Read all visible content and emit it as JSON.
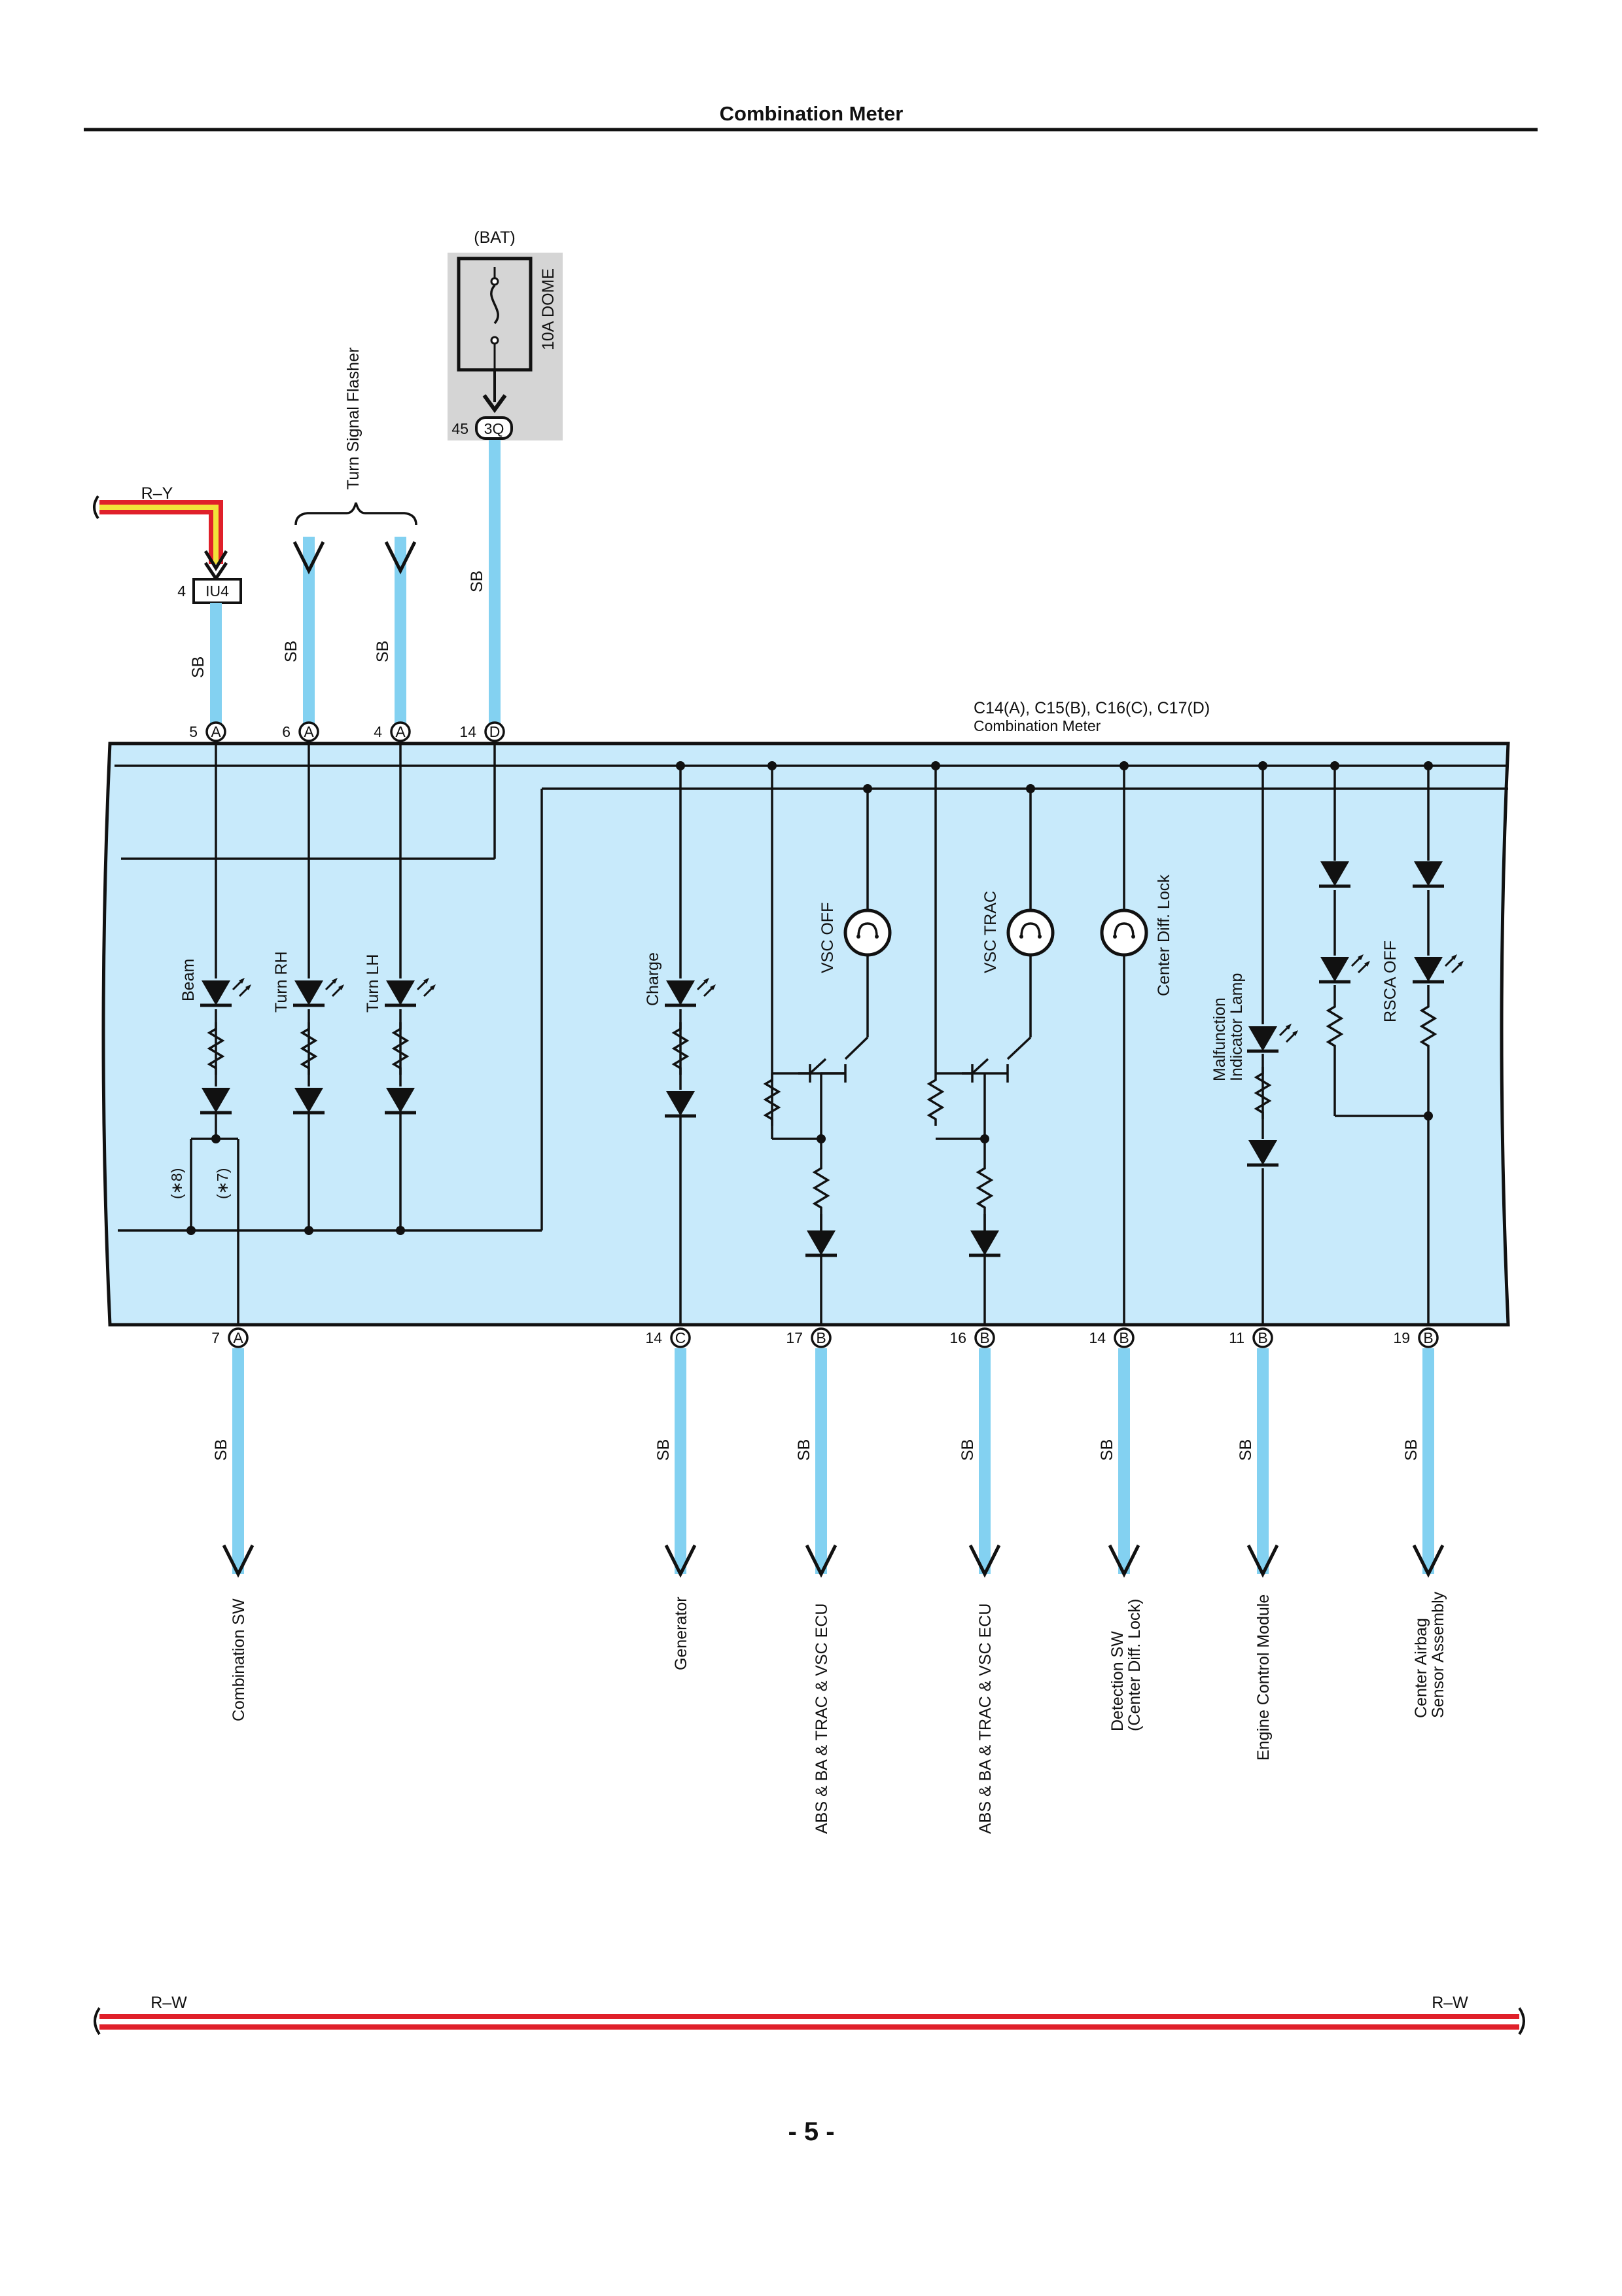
{
  "page_title": "Combination Meter",
  "page_number": "- 5 -",
  "colors": {
    "wire_sb": "#83D1F1",
    "panel_fill": "#C8EAFB",
    "fuse_box": "#D5D5D5",
    "wire_red": "#E0202A",
    "wire_yellow": "#F2E23A",
    "ink": "#111111"
  },
  "power": {
    "source": "(BAT)",
    "fuse": "10A DOME",
    "junction_pin": "45",
    "junction_id": "3Q",
    "wire": "SB"
  },
  "input_feed": {
    "wire": "R–Y",
    "connector_pin": "4",
    "connector_id": "IU4",
    "wire_below": "SB"
  },
  "flasher": {
    "label": "Turn Signal Flasher",
    "wires": [
      "SB",
      "SB"
    ]
  },
  "meter": {
    "connectors_line": "C14(A), C15(B), C16(C), C17(D)",
    "name": "Combination Meter"
  },
  "top_pins": [
    {
      "num": "5",
      "id": "A"
    },
    {
      "num": "6",
      "id": "A"
    },
    {
      "num": "4",
      "id": "A"
    },
    {
      "num": "14",
      "id": "D"
    }
  ],
  "indicators": {
    "beam": "Beam",
    "turn_rh": "Turn RH",
    "turn_lh": "Turn LH",
    "charge": "Charge",
    "vsc_off": "VSC OFF",
    "vsc_trac": "VSC TRAC",
    "center_diff": "Center Diff.  Lock",
    "mil_line1": "Malfunction",
    "mil_line2": "Indicator Lamp",
    "rsca_off": "RSCA OFF",
    "note8": "(∗8)",
    "note7": "(∗7)"
  },
  "bottom_pins": [
    {
      "num": "7",
      "id": "A"
    },
    {
      "num": "14",
      "id": "C"
    },
    {
      "num": "17",
      "id": "B"
    },
    {
      "num": "16",
      "id": "B"
    },
    {
      "num": "14",
      "id": "B"
    },
    {
      "num": "11",
      "id": "B"
    },
    {
      "num": "19",
      "id": "B"
    }
  ],
  "outputs": [
    {
      "wire": "SB",
      "dest": [
        "Combination SW"
      ]
    },
    {
      "wire": "SB",
      "dest": [
        "Generator"
      ]
    },
    {
      "wire": "SB",
      "dest": [
        "ABS & BA & TRAC & VSC ECU"
      ]
    },
    {
      "wire": "SB",
      "dest": [
        "ABS & BA & TRAC & VSC ECU"
      ]
    },
    {
      "wire": "SB",
      "dest": [
        "Detection SW",
        "(Center Diff.  Lock)"
      ]
    },
    {
      "wire": "SB",
      "dest": [
        "Engine Control Module"
      ]
    },
    {
      "wire": "SB",
      "dest": [
        "Center Airbag",
        "Sensor Assembly"
      ]
    }
  ],
  "bottom_bus": {
    "left_label": "R–W",
    "right_label": "R–W"
  }
}
